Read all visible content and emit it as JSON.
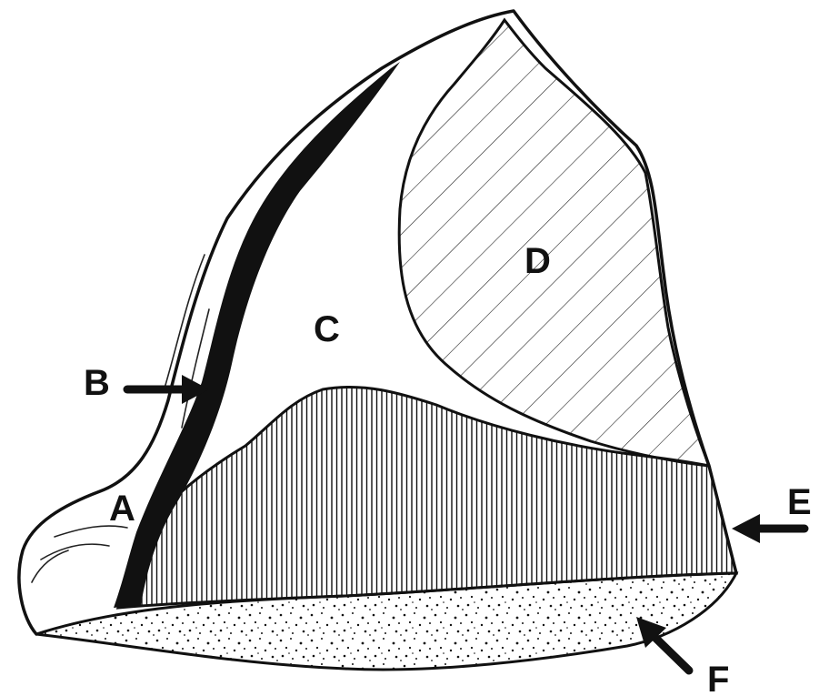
{
  "labels": {
    "A": "A",
    "B": "B",
    "C": "C",
    "D": "D",
    "E": "E",
    "F": "F"
  },
  "colors": {
    "ink": "#111111",
    "paper": "#ffffff"
  }
}
